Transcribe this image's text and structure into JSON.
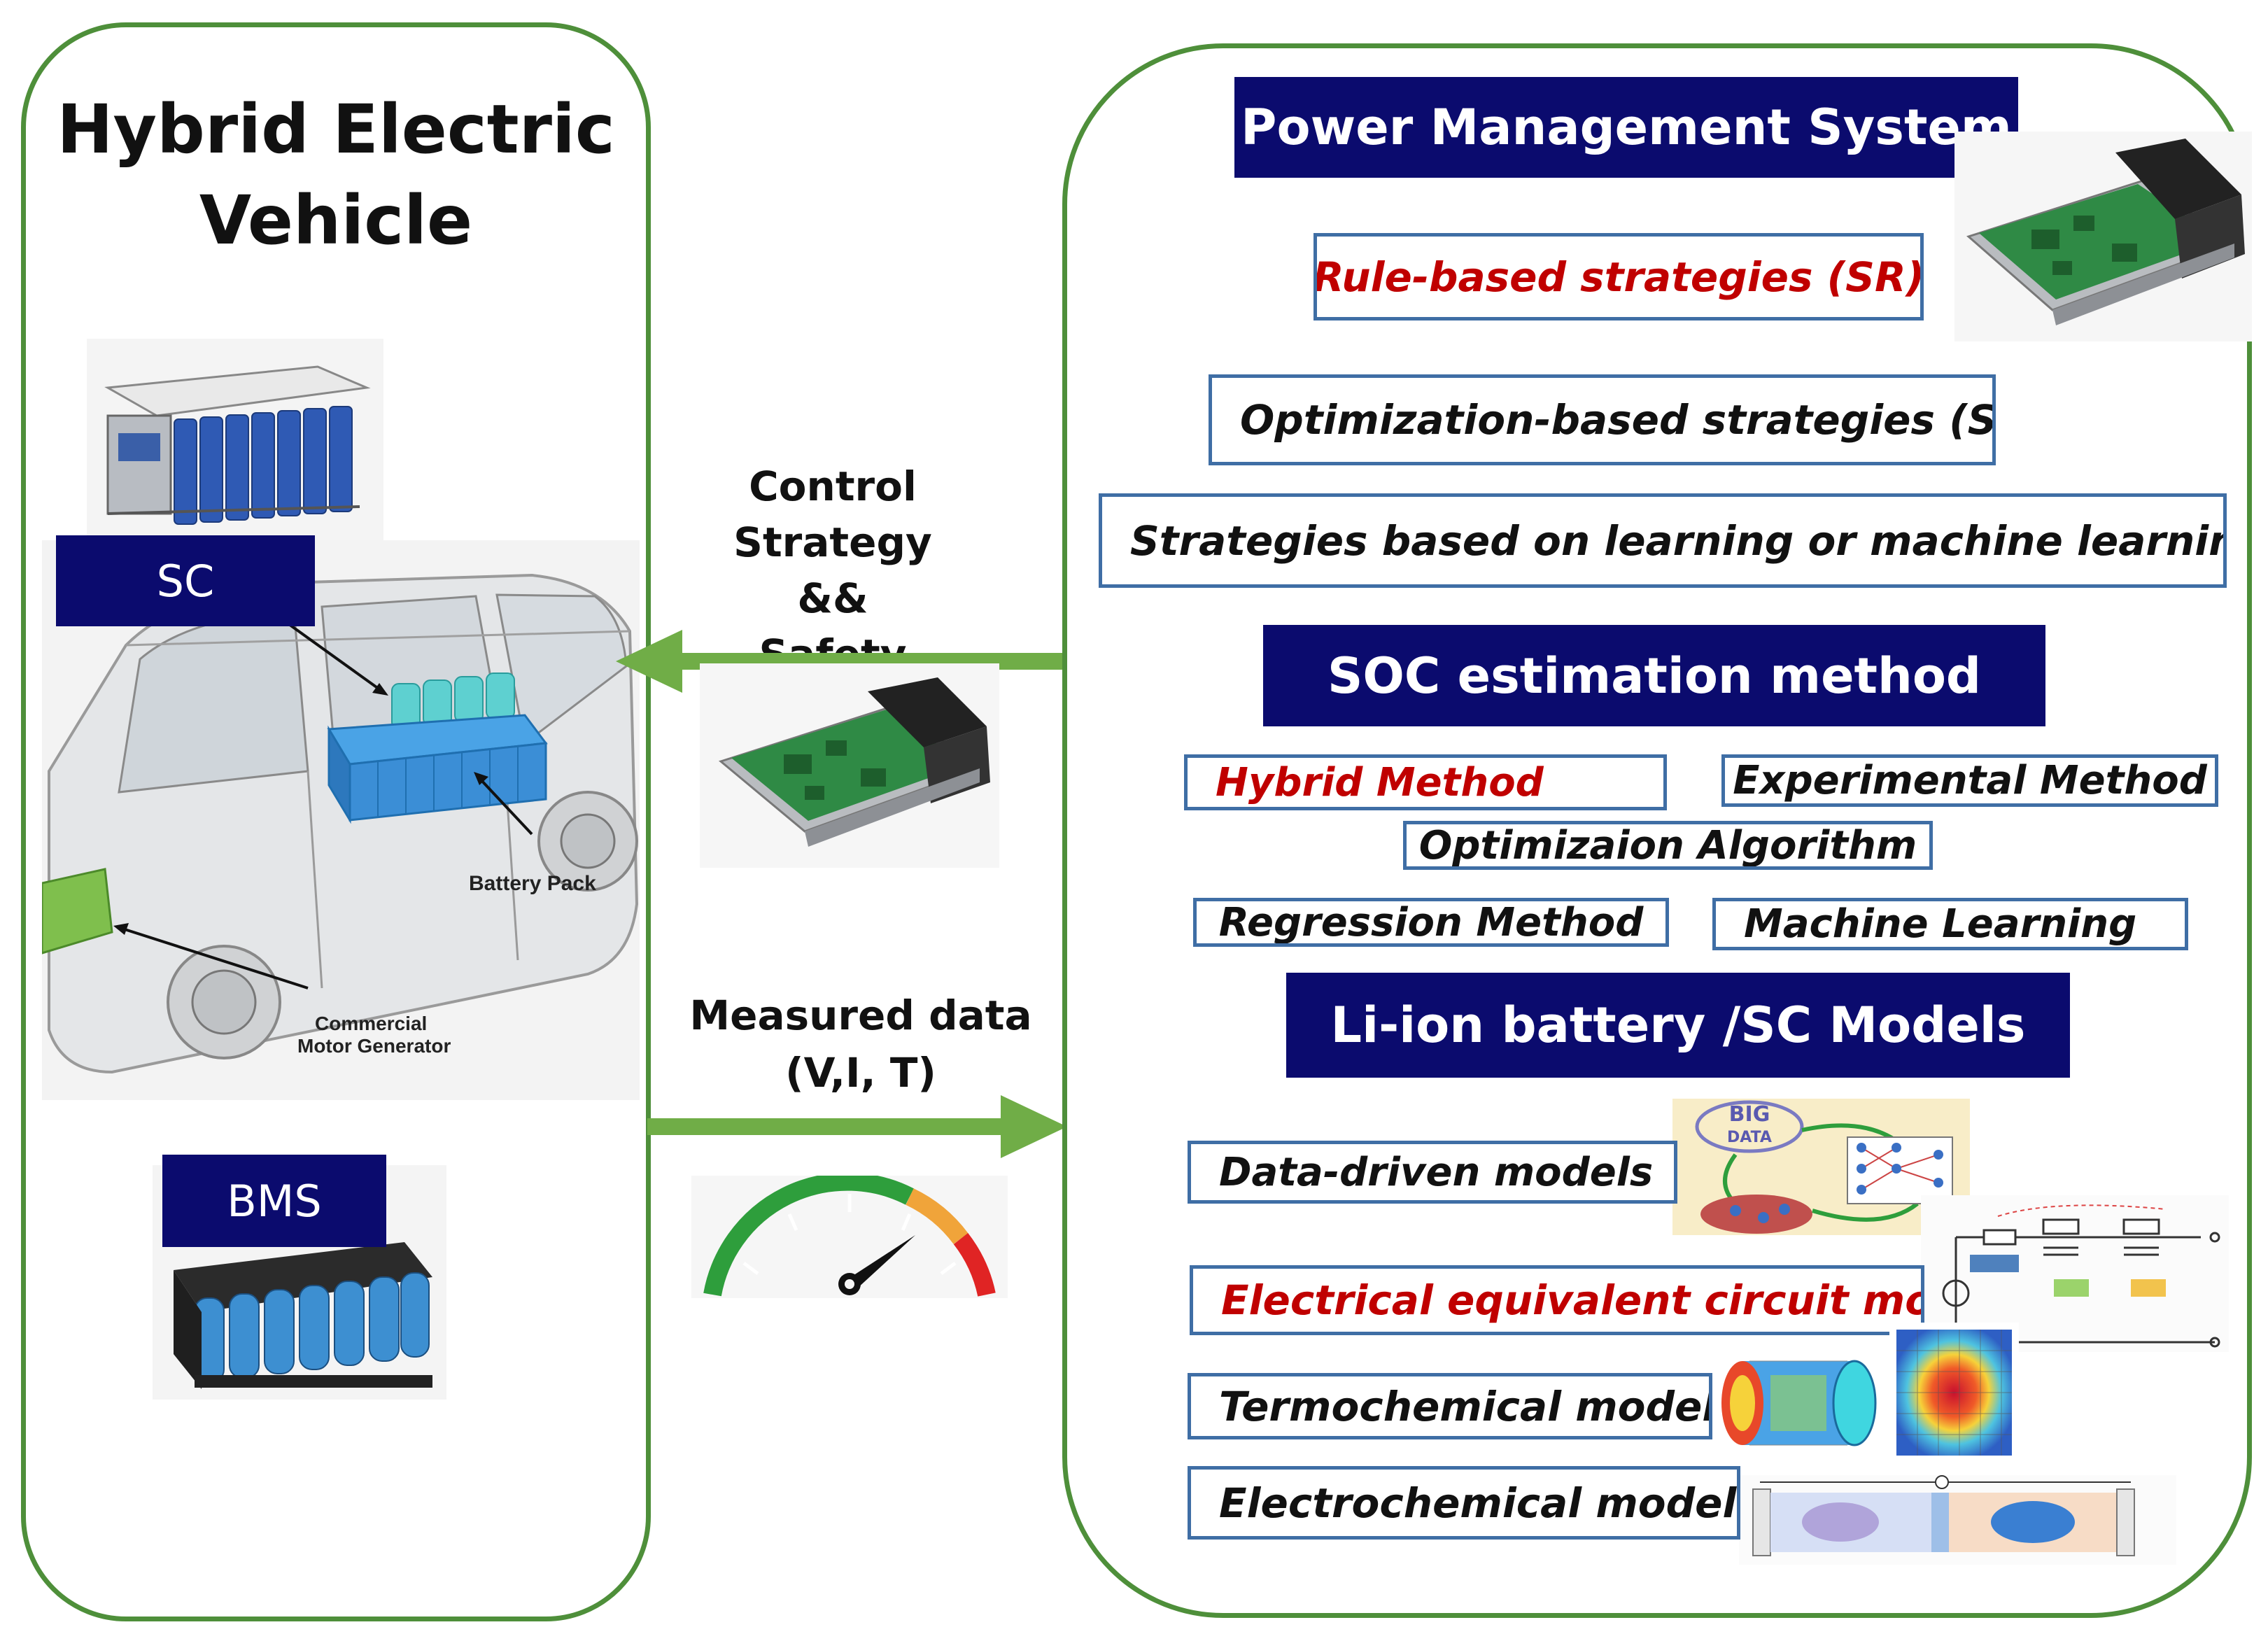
{
  "left": {
    "title_line1": "Hybrid Electric",
    "title_line2": "Vehicle",
    "sc_label": "SC",
    "bms_label": "BMS",
    "battery_pack_label": "Battery Pack",
    "motor_label_line1": "Commercial",
    "motor_label_line2": "Motor Generator"
  },
  "middle": {
    "control_line1": "Control Strategy",
    "control_line2": "&&",
    "control_line3": "Safety protection",
    "measured_line1": "Measured data",
    "measured_line2": "(V,I, T)"
  },
  "right": {
    "pms_title": "Power Management System",
    "strategies": [
      "Rule-based strategies (SR)",
      "Optimization-based strategies (SO)",
      "Strategies based on learning or machine learning (SL)."
    ],
    "soc_title": "SOC estimation method",
    "soc_methods": [
      "Hybrid Method",
      "Experimental Method",
      "Optimizaion  Algorithm",
      "Regression Method",
      "Machine Learning"
    ],
    "models_title": "Li-ion battery /SC Models",
    "models": [
      "Data-driven models",
      "Electrical equivalent circuit models",
      "Termochemical models",
      "Electrochemical models"
    ],
    "big_data_line1": "BIG",
    "big_data_line2": "DATA"
  },
  "colors": {
    "navy": "#0b0b6e",
    "green": "#4e8f3a",
    "arrow_green": "#70ad47",
    "box_border": "#3f6ea5",
    "red_text": "#c00000"
  }
}
